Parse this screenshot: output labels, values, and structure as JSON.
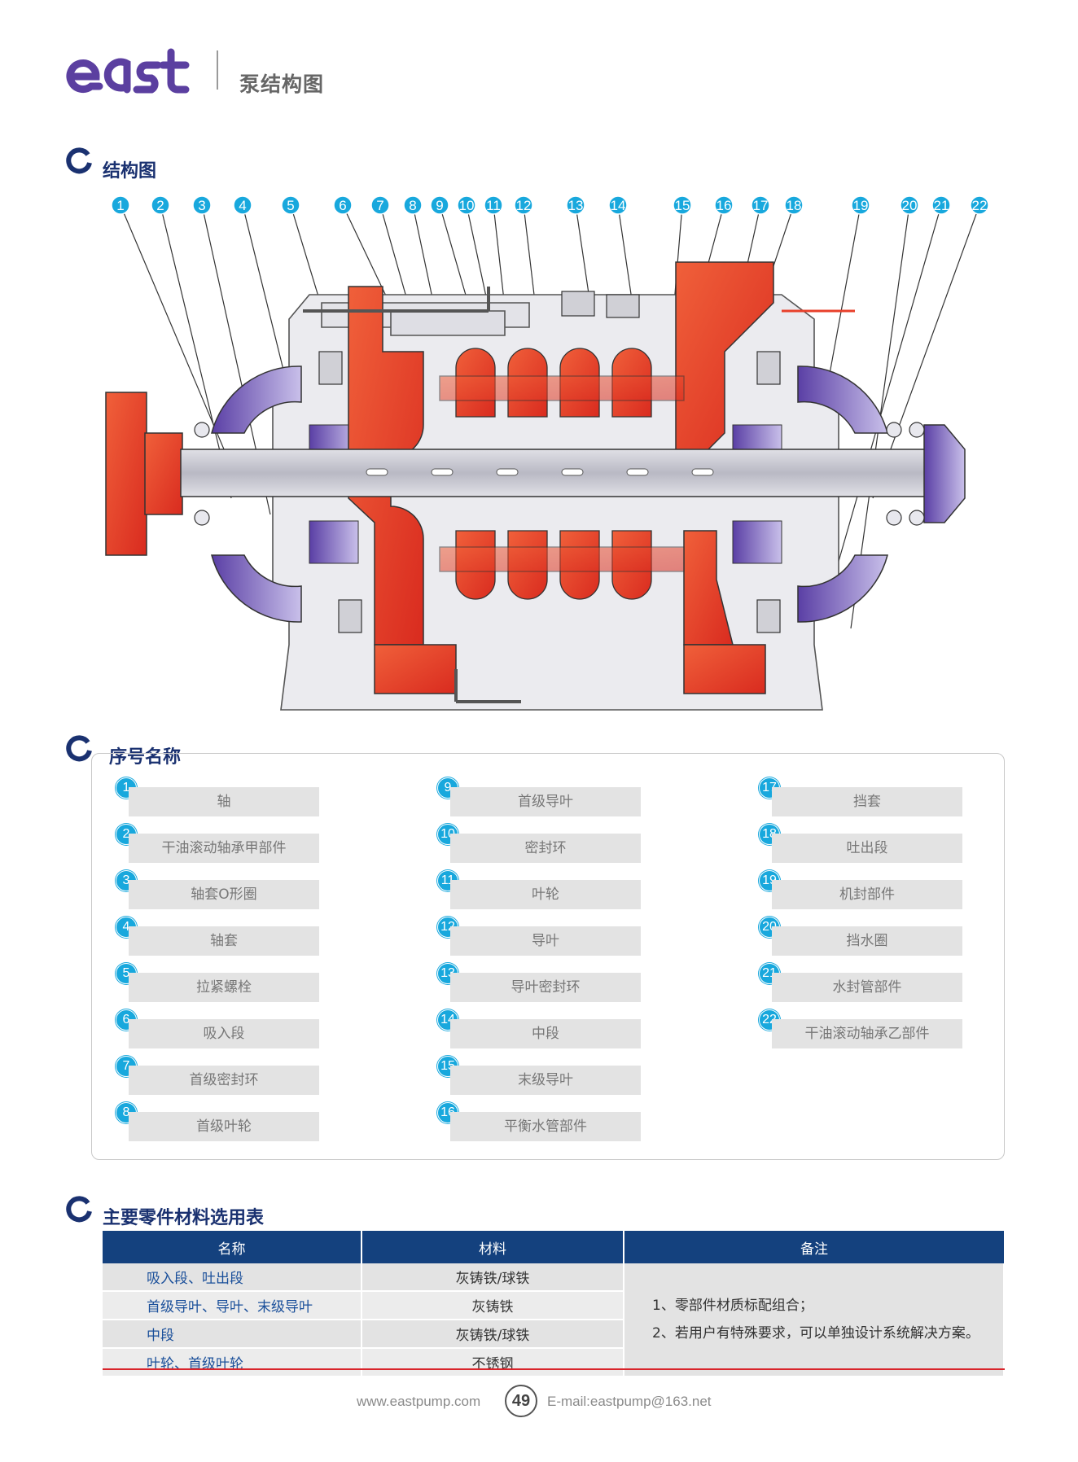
{
  "header": {
    "brand": "east",
    "title": "泵结构图"
  },
  "colors": {
    "brand": "#5b3fa0",
    "accent_blue": "#18a8dd",
    "navy": "#14417e",
    "pump_red": "#e8402b",
    "seal_purple": "#6a4fb0",
    "table_red_line": "#d9242b"
  },
  "sections": {
    "structure": "结构图",
    "parts": "序号名称",
    "materials": "主要零件材料选用表"
  },
  "callouts": [
    {
      "n": "1"
    },
    {
      "n": "2"
    },
    {
      "n": "3"
    },
    {
      "n": "4"
    },
    {
      "n": "5"
    },
    {
      "n": "6"
    },
    {
      "n": "7"
    },
    {
      "n": "8"
    },
    {
      "n": "9"
    },
    {
      "n": "10"
    },
    {
      "n": "11"
    },
    {
      "n": "12"
    },
    {
      "n": "13"
    },
    {
      "n": "14"
    },
    {
      "n": "15"
    },
    {
      "n": "16"
    },
    {
      "n": "17"
    },
    {
      "n": "18"
    },
    {
      "n": "19"
    },
    {
      "n": "20"
    },
    {
      "n": "21"
    },
    {
      "n": "22"
    }
  ],
  "parts": [
    {
      "n": "1",
      "name": "轴"
    },
    {
      "n": "2",
      "name": "干油滚动轴承甲部件"
    },
    {
      "n": "3",
      "name": "轴套O形圈"
    },
    {
      "n": "4",
      "name": "轴套"
    },
    {
      "n": "5",
      "name": "拉紧螺栓"
    },
    {
      "n": "6",
      "name": "吸入段"
    },
    {
      "n": "7",
      "name": "首级密封环"
    },
    {
      "n": "8",
      "name": "首级叶轮"
    },
    {
      "n": "9",
      "name": "首级导叶"
    },
    {
      "n": "10",
      "name": "密封环"
    },
    {
      "n": "11",
      "name": "叶轮"
    },
    {
      "n": "12",
      "name": "导叶"
    },
    {
      "n": "13",
      "name": "导叶密封环"
    },
    {
      "n": "14",
      "name": "中段"
    },
    {
      "n": "15",
      "name": "末级导叶"
    },
    {
      "n": "16",
      "name": "平衡水管部件"
    },
    {
      "n": "17",
      "name": "挡套"
    },
    {
      "n": "18",
      "name": "吐出段"
    },
    {
      "n": "19",
      "name": "机封部件"
    },
    {
      "n": "20",
      "name": "挡水圈"
    },
    {
      "n": "21",
      "name": "水封管部件"
    },
    {
      "n": "22",
      "name": "干油滚动轴承乙部件"
    }
  ],
  "materials": {
    "headers": [
      "名称",
      "材料",
      "备注"
    ],
    "rows": [
      {
        "name": "吸入段、吐出段",
        "material": "灰铸铁/球铁"
      },
      {
        "name": "首级导叶、导叶、末级导叶",
        "material": "灰铸铁"
      },
      {
        "name": "中段",
        "material": "灰铸铁/球铁"
      },
      {
        "name": "叶轮、首级叶轮",
        "material": "不锈钢"
      }
    ],
    "notes": [
      "1、零部件材质标配组合；",
      "2、若用户有特殊要求，可以单独设计系统解决方案。"
    ]
  },
  "footer": {
    "website": "www.eastpump.com",
    "page": "49",
    "email": "E-mail:eastpump@163.net"
  }
}
